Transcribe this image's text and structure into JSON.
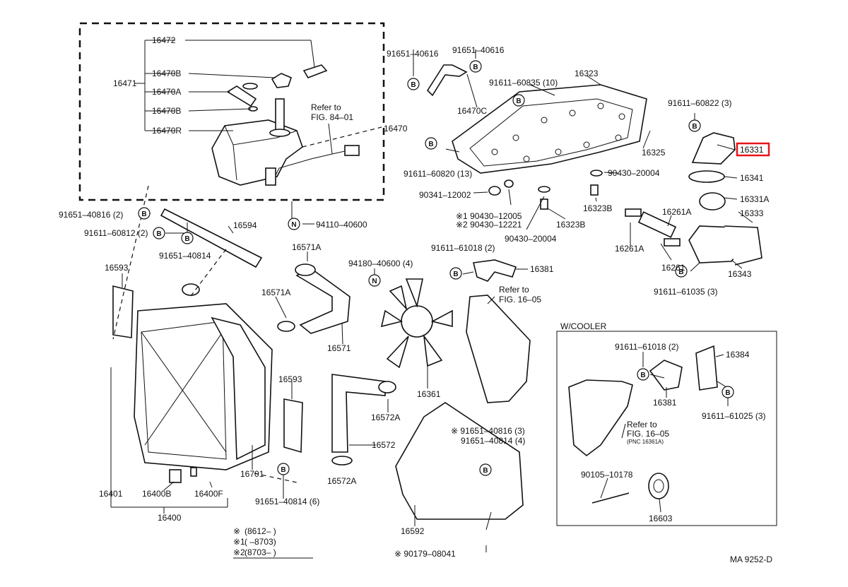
{
  "diagram_code": "MA 9252-D",
  "highlight_part": "16331",
  "symbols": {
    "b": "B",
    "n": "N"
  },
  "box": {
    "title": "W/COOLER"
  },
  "refs": {
    "ref1_a": "Refer to",
    "ref1_b": "FIG. 84–01",
    "ref2_a": "Refer to",
    "ref2_b": "FIG. 16–05",
    "ref3_a": "Refer to",
    "ref3_b": "FIG. 16–05",
    "ref3_c": "(PNC 16361A)"
  },
  "legend": {
    "row1_mark": "※",
    "row1_text": "(8612–         )",
    "row2_mark": "※1",
    "row2_text": "(       –8703)",
    "row3_mark": "※2",
    "row3_text": "(8703–         )"
  },
  "labels": {
    "p16472": "16472",
    "p16471": "16471",
    "p16470B_1": "16470B",
    "p16470A": "16470A",
    "p16470B_2": "16470B",
    "p16470R": "16470R",
    "p16470": "16470",
    "p91651_40616_a": "91651–40616",
    "p91651_40616_b": "91651–40616",
    "p16470C": "16470C",
    "p91611_60835": "91611–60835 (10)",
    "p16323": "16323",
    "p91611_60822": "91611–60822 (3)",
    "p16331": "16331",
    "p16341": "16341",
    "p16331A": "16331A",
    "p16333": "16333",
    "p16261A_1": "16261A",
    "p16261A_2": "16261A",
    "p16261": "16261",
    "p16343": "16343",
    "p91611_61035": "91611–61035 (3)",
    "p16325": "16325",
    "p91611_60820": "91611–60820 (13)",
    "p90430_20004_a": "90430–20004",
    "p90341_12002": "90341–12002",
    "p16323B_1": "16323B",
    "p16323B_2": "16323B",
    "p90430_12005": "※1  90430–12005",
    "p90430_12221": "※2  90430–12221",
    "p90430_20004_b": "90430–20004",
    "p91651_40816_a": "91651–40816 (2)",
    "p91611_60812": "91611–60812 (2)",
    "p16594": "16594",
    "p91651_40814_a": "91651–40814",
    "p94110_40600": "94110–40600",
    "p16571A_1": "16571A",
    "p16571A_2": "16571A",
    "p16571": "16571",
    "p94180_40600": "94180–40600 (4)",
    "p91611_61018_a": "91611–61018 (2)",
    "p16381_a": "16381",
    "p16361": "16361",
    "p16593_a": "16593",
    "p16593_b": "16593",
    "p16572A_1": "16572A",
    "p16572": "16572",
    "p16572A_2": "16572A",
    "p16701": "16701",
    "p91651_40814_b": "91651–40814 (6)",
    "p16401": "16401",
    "p16400B": "16400B",
    "p16400F": "16400F",
    "p16400": "16400",
    "p91651_40816_b": "※ 91651–40816 (3)",
    "p91651_40814_c": "91651–40814 (4)",
    "p16592": "16592",
    "p90179_08041": "※ 90179–08041",
    "p91611_61018_b": "91611–61018 (2)",
    "p16384": "16384",
    "p16381_b": "16381",
    "p91611_61025": "91611–61025 (3)",
    "p90105_10178": "90105–10178",
    "p16603": "16603"
  }
}
